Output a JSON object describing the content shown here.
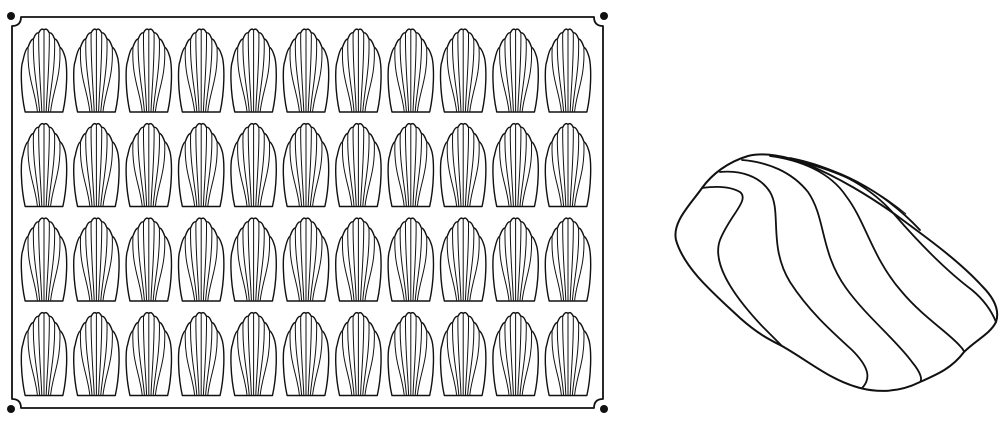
{
  "mould": {
    "rows": 4,
    "columns": 11,
    "cavity_shape": "madeleine-shell",
    "cavity_flutes": 8,
    "corner_holes": 4
  },
  "detail": {
    "shape": "madeleine-shell-3d",
    "ridges": 6
  },
  "colors": {
    "line": "#111111",
    "background": "#ffffff"
  }
}
